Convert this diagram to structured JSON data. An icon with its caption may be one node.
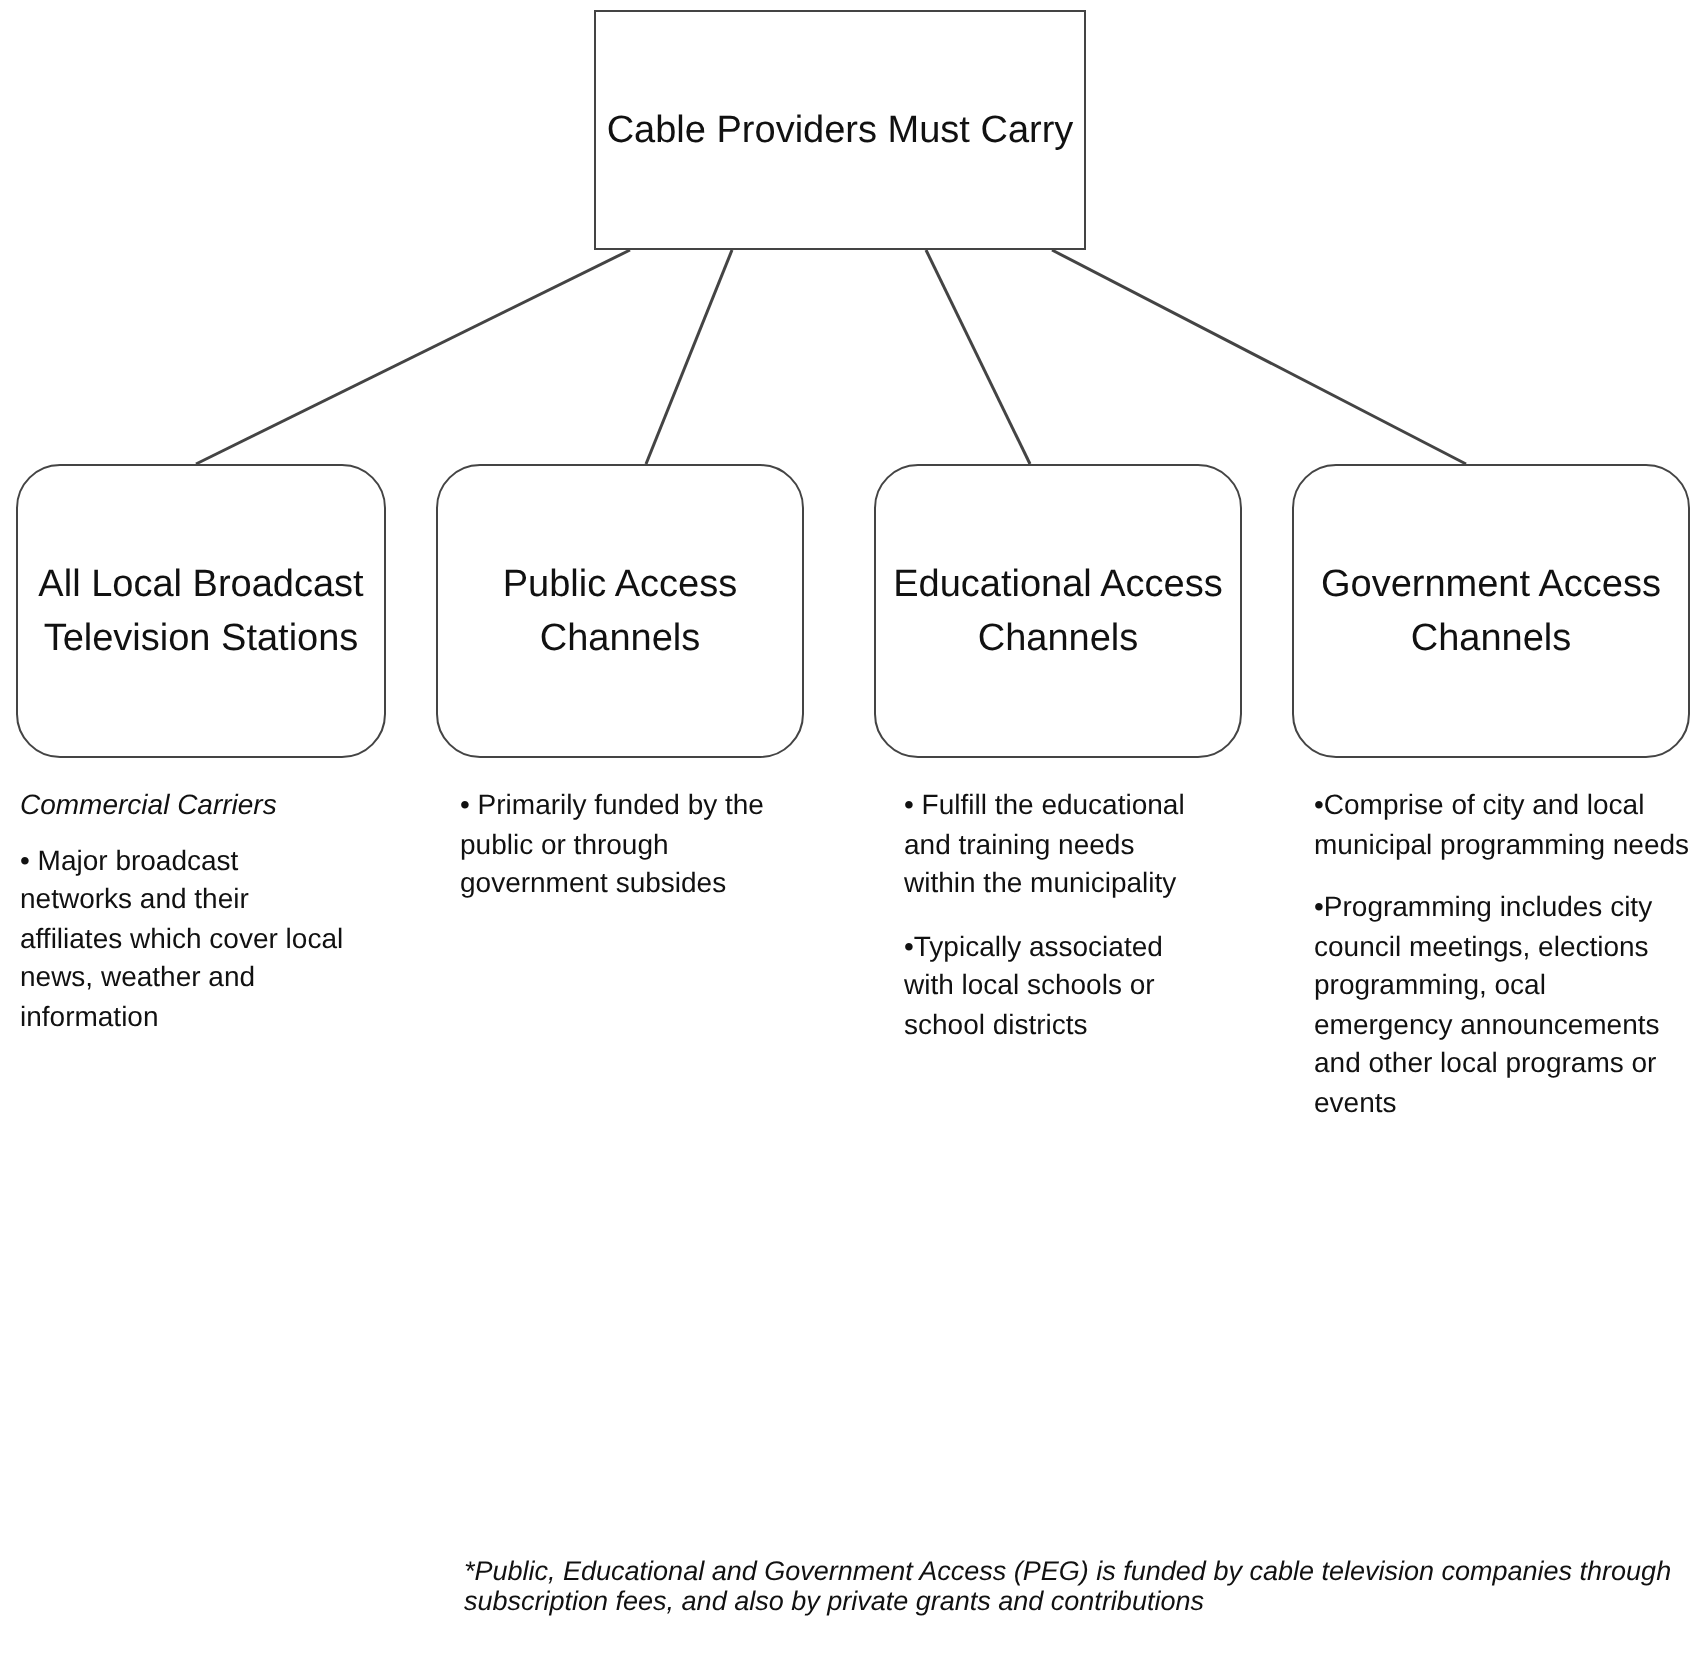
{
  "diagram": {
    "nodes": [
      {
        "text": [
          "Cable Providers Must Carry"
        ]
      },
      {
        "text": [
          "All Local Broadcast Television Stations"
        ],
        "beside": [
          "Commercial Carriers",
          "• Major broadcast networks and their affiliates which cover local news, weather and information"
        ]
      },
      {
        "text": [
          "Public Access Channels"
        ],
        "beside": [
          "• Primarily funded by the public or through government subsides"
        ]
      },
      {
        "text": [
          "Educational Access Channels"
        ],
        "beside": [
          "• Fulfill the educational and training needs within the municipality",
          "•Typically associated with local schools or school districts"
        ]
      },
      {
        "text": [
          "Government Access Channels"
        ],
        "beside": [
          "•Comprise of city and local municipal programming needs",
          "•Programming includes city council meetings, elections programming, ocal emergency announcements and other local programs or events"
        ]
      }
    ],
    "edges": [
      {
        "from": 0,
        "to": 1,
        "arrow": "none"
      },
      {
        "from": 0,
        "to": 2,
        "arrow": "none"
      },
      {
        "from": 0,
        "to": 3,
        "arrow": "none"
      },
      {
        "from": 0,
        "to": 4,
        "arrow": "none"
      }
    ],
    "caption": "*Public, Educational and Government Access (PEG) is funded by cable television companies through subscription fees, and also by private grants and contributions"
  }
}
